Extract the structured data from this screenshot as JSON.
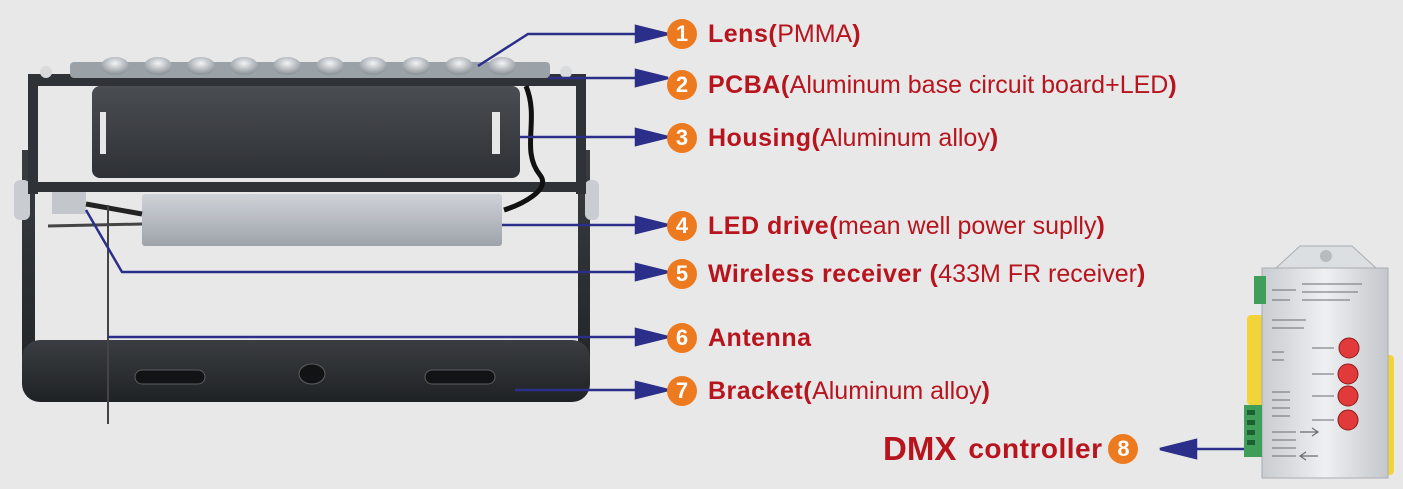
{
  "parts": [
    {
      "num": "1",
      "name": "Lens",
      "detail": "PMMA"
    },
    {
      "num": "2",
      "name": "PCBA",
      "detail": "Aluminum base circuit board+LED"
    },
    {
      "num": "3",
      "name": "Housing",
      "detail": "Aluminum alloy"
    },
    {
      "num": "4",
      "name": "LED drive",
      "detail": "mean well power suplly"
    },
    {
      "num": "5",
      "name": "Wireless receiver ",
      "detail": "433M FR receiver"
    },
    {
      "num": "6",
      "name": "Antenna",
      "detail": ""
    },
    {
      "num": "7",
      "name": "Bracket",
      "detail": "Aluminum alloy"
    }
  ],
  "controller": {
    "num": "8",
    "prefix": "DMX",
    "name": "controller"
  },
  "colors": {
    "label_red": "#b8141e",
    "badge_orange": "#ee7a1f",
    "arrow_blue": "#2b2f8a",
    "housing_dark": "#34373a",
    "background": "#e8e8e9"
  }
}
